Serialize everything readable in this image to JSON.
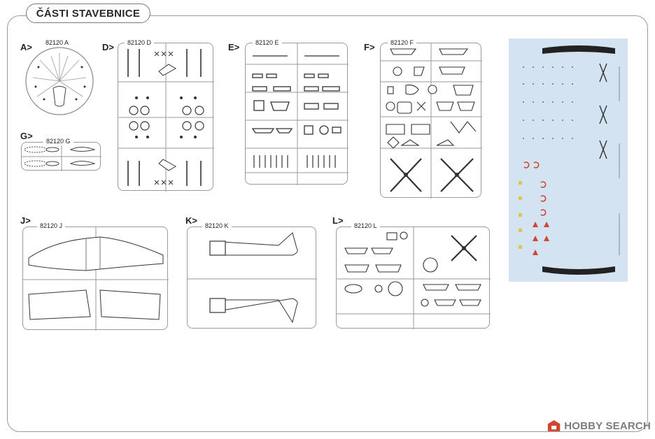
{
  "title": "ČÁSTI STAVEBNICE",
  "sections": [
    {
      "id": "A",
      "label": "A>",
      "code": "82120 A"
    },
    {
      "id": "D",
      "label": "D>",
      "code": "82120 D"
    },
    {
      "id": "E",
      "label": "E>",
      "code": "82120 E"
    },
    {
      "id": "F",
      "label": "F>",
      "code": "82120 F"
    },
    {
      "id": "G",
      "label": "G>",
      "code": "82120 G"
    },
    {
      "id": "J",
      "label": "J>",
      "code": "82120 J"
    },
    {
      "id": "K",
      "label": "K>",
      "code": "82120 K"
    },
    {
      "id": "L",
      "label": "L>",
      "code": "82120 L"
    }
  ],
  "decal_sheet": {
    "background": "#d3e3f1",
    "accent_red": "#d0452f",
    "accent_yellow": "#e2c24a"
  },
  "watermark": {
    "text": "HOBBY SEARCH",
    "logo_icon": "hobbysearch-logo-icon"
  }
}
